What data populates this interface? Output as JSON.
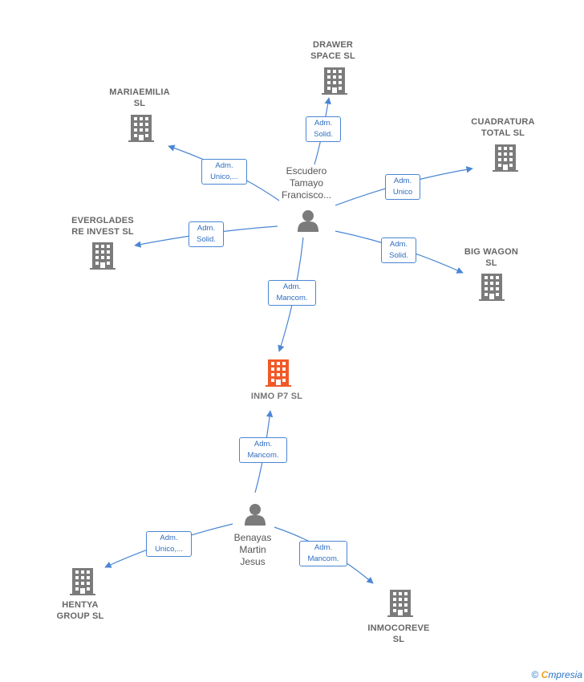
{
  "colors": {
    "edge": "#4a86d4",
    "edge_label_text": "#2e6cc0",
    "building": "#7b7b7b",
    "building_main": "#f05a28",
    "person": "#7b7b7b",
    "label_text": "#666666"
  },
  "companies": {
    "drawer_space": [
      "DRAWER",
      "SPACE  SL"
    ],
    "mariaemilia": [
      "MARIAEMILIA",
      "SL"
    ],
    "cuadratura_total": [
      "CUADRATURA",
      "TOTAL SL"
    ],
    "everglades": [
      "EVERGLADES",
      "RE INVEST  SL"
    ],
    "big_wagon": [
      "BIG WAGON",
      "SL"
    ],
    "inmo_p7": [
      "INMO P7  SL"
    ],
    "hentya": [
      "HENTYA",
      "GROUP SL"
    ],
    "inmocoreve": [
      "INMOCOREVE",
      "SL"
    ]
  },
  "people": {
    "escudero": [
      "Escudero",
      "Tamayo",
      "Francisco..."
    ],
    "benayas": [
      "Benayas",
      "Martin",
      "Jesus"
    ]
  },
  "relations": {
    "to_drawer": [
      "Adm.",
      "Solid."
    ],
    "to_mariaemilia": [
      "Adm.",
      "Unico,..."
    ],
    "to_cuadratura": [
      "Adm.",
      "Unico"
    ],
    "to_everglades": [
      "Adm.",
      "Solid."
    ],
    "to_big_wagon": [
      "Adm.",
      "Solid."
    ],
    "escudero_to_inmo": [
      "Adm.",
      "Mancom."
    ],
    "benayas_to_inmo": [
      "Adm.",
      "Mancom."
    ],
    "to_hentya": [
      "Adm.",
      "Unico,..."
    ],
    "to_inmocoreve": [
      "Adm.",
      "Mancom."
    ]
  },
  "footer": {
    "copyright": "©",
    "brand_first": "C",
    "brand_rest": "mpresia"
  },
  "icons": {
    "building": "building-icon",
    "person": "person-icon"
  }
}
